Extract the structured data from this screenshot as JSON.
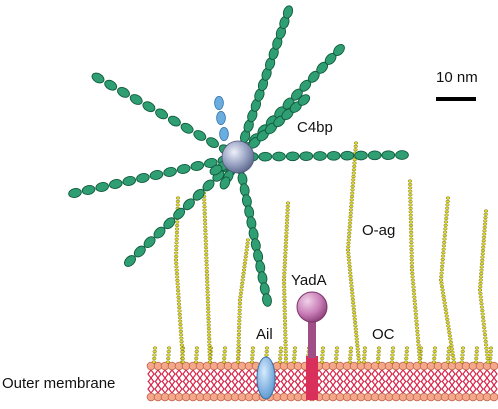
{
  "labels": {
    "scale_bar": "10 nm",
    "c4bp": "C4bp",
    "o_antigen": "O-ag",
    "yada": "YadA",
    "ail": "Ail",
    "outer_core": "OC",
    "outer_membrane": "Outer membrane"
  },
  "colors": {
    "c4bp_bead": "#2f9e72",
    "c4bp_bead_edge": "#0f5a3c",
    "c4bp_core": "#8f9ab8",
    "beta_chain": "#6aaee0",
    "o_antigen": "#e2dc36",
    "o_antigen_edge": "#7a7410",
    "lipid_head": "#f4a889",
    "lipid_head_edge": "#c0604a",
    "lipid_tail": "#d8264a",
    "yada_head": "#c77bb5",
    "yada_stalk": "#a04e86",
    "yada_anchor": "#d8305a",
    "ail": "#6aaae0"
  }
}
